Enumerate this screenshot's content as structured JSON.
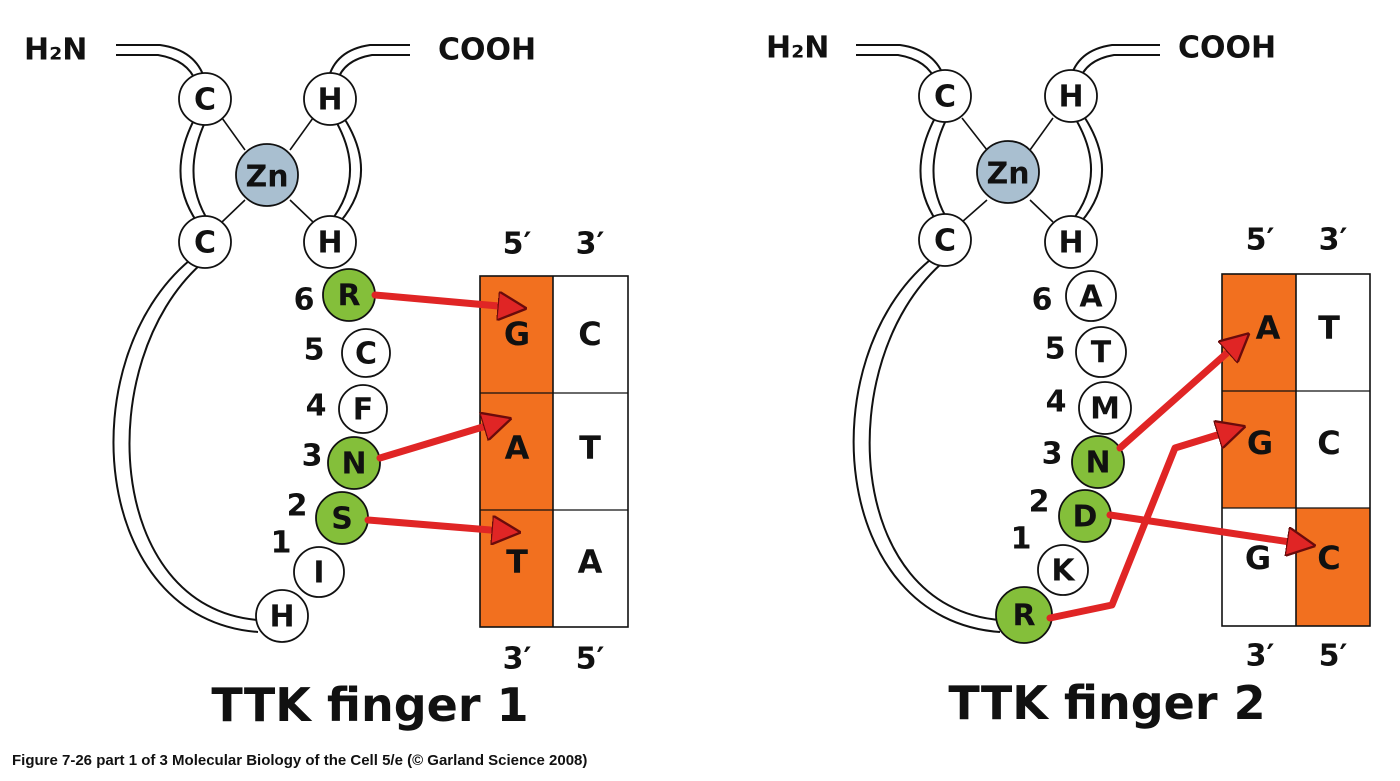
{
  "colors": {
    "zinc": "#a9bfd0",
    "contact_residue": "#84bf3a",
    "plain_residue": "#ffffff",
    "contacted_base": "#f2701f",
    "arrow": "#e02525",
    "outline": "#111111"
  },
  "caption": "Figure 7-26 part 1 of 3  Molecular Biology of the Cell 5/e (© Garland Science 2008)",
  "panels": [
    {
      "title": "TTK finger 1",
      "n_terminus": "H₂N",
      "c_terminus": "COOH",
      "zinc": "Zn",
      "cys_top": "C",
      "cys_bottom": "C",
      "his_top": "H",
      "his_bottom": "H",
      "helix": [
        {
          "position": "6",
          "residue": "R",
          "contact": true
        },
        {
          "position": "5",
          "residue": "C",
          "contact": false
        },
        {
          "position": "4",
          "residue": "F",
          "contact": false
        },
        {
          "position": "3",
          "residue": "N",
          "contact": true
        },
        {
          "position": "2",
          "residue": "S",
          "contact": true
        },
        {
          "position": "1",
          "residue": "I",
          "contact": false
        },
        {
          "position": "",
          "residue": "H",
          "contact": false
        }
      ],
      "dna_top_labels": [
        "5′",
        "3′"
      ],
      "dna_bottom_labels": [
        "3′",
        "5′"
      ],
      "base_pairs": [
        {
          "left": "G",
          "right": "C",
          "left_contacted": true,
          "right_contacted": false
        },
        {
          "left": "A",
          "right": "T",
          "left_contacted": true,
          "right_contacted": false
        },
        {
          "left": "T",
          "right": "A",
          "left_contacted": true,
          "right_contacted": false
        }
      ],
      "contacts": [
        {
          "residue": "R",
          "base": "G"
        },
        {
          "residue": "N",
          "base": "A"
        },
        {
          "residue": "S",
          "base": "T"
        }
      ]
    },
    {
      "title": "TTK finger 2",
      "n_terminus": "H₂N",
      "c_terminus": "COOH",
      "zinc": "Zn",
      "cys_top": "C",
      "cys_bottom": "C",
      "his_top": "H",
      "his_bottom": "H",
      "helix": [
        {
          "position": "6",
          "residue": "A",
          "contact": false
        },
        {
          "position": "5",
          "residue": "T",
          "contact": false
        },
        {
          "position": "4",
          "residue": "M",
          "contact": false
        },
        {
          "position": "3",
          "residue": "N",
          "contact": true
        },
        {
          "position": "2",
          "residue": "D",
          "contact": true
        },
        {
          "position": "1",
          "residue": "K",
          "contact": false
        },
        {
          "position": "",
          "residue": "R",
          "contact": true
        }
      ],
      "dna_top_labels": [
        "5′",
        "3′"
      ],
      "dna_bottom_labels": [
        "3′",
        "5′"
      ],
      "base_pairs": [
        {
          "left": "A",
          "right": "T",
          "left_contacted": true,
          "right_contacted": false
        },
        {
          "left": "G",
          "right": "C",
          "left_contacted": true,
          "right_contacted": false
        },
        {
          "left": "G",
          "right": "C",
          "left_contacted": false,
          "right_contacted": true
        }
      ],
      "contacts": [
        {
          "residue": "N",
          "base": "A"
        },
        {
          "residue": "D",
          "base": "C"
        },
        {
          "residue": "R",
          "base": "G"
        }
      ]
    }
  ]
}
